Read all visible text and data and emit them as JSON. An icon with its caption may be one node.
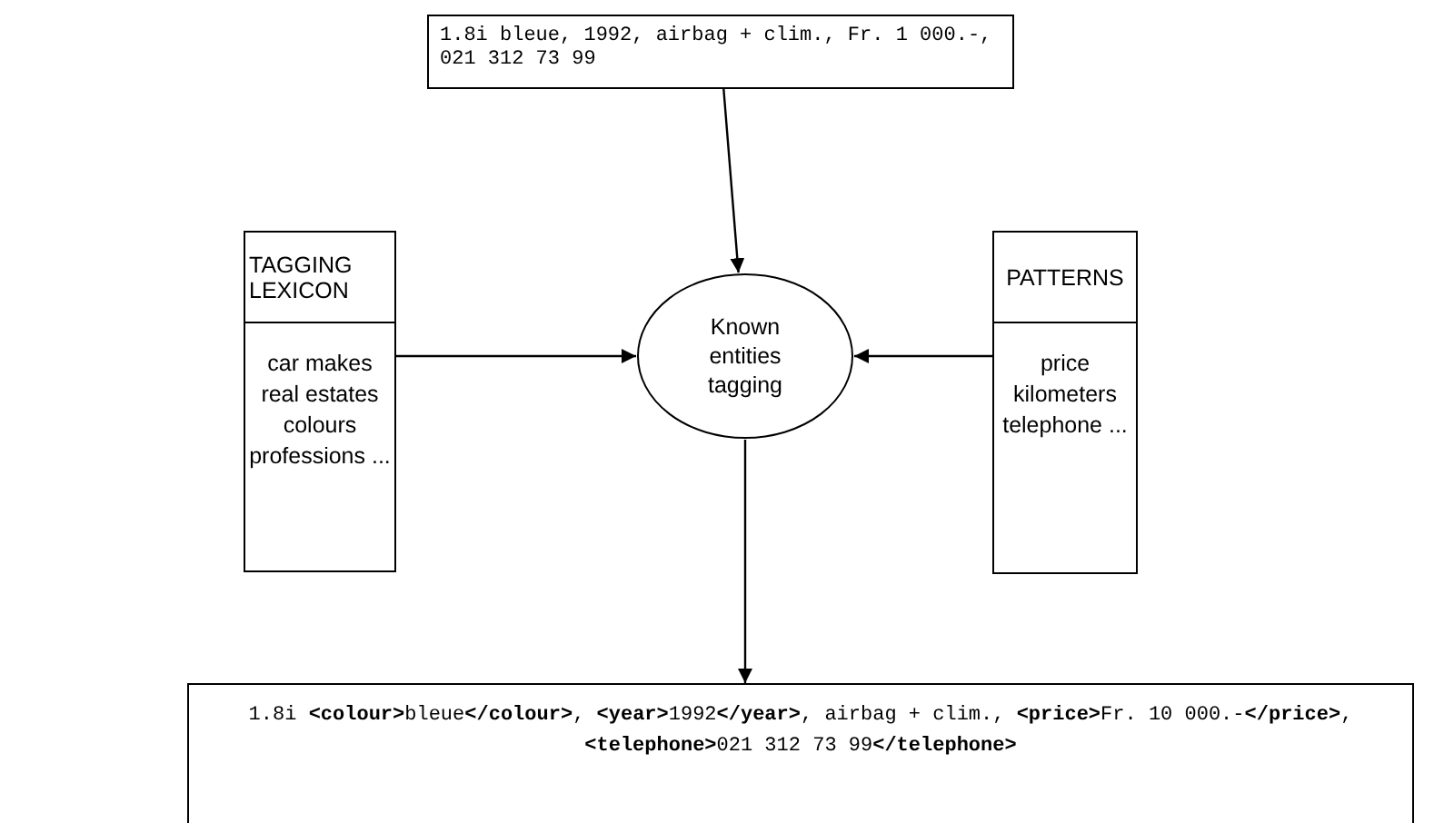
{
  "diagram": {
    "nodes": [
      {
        "text": [
          "1.8i bleue, 1992, airbag + clim., Fr. 1 000.-, 021 312 73 99"
        ]
      },
      {
        "text": [
          "TAGGING LEXICON",
          "car makes real estates colours professions ..."
        ]
      },
      {
        "text": [
          "Known entities tagging"
        ]
      },
      {
        "text": [
          "PATTERNS",
          "price kilometers telephone ..."
        ]
      },
      {
        "text": [
          "1.8i **<colour>**bleue**</colour>**, **<year>**1992**</year>**, airbag + clim., **<price>**Fr. 10 000.-**</price>**, **<telephone>**021 312 73 99**</telephone>**"
        ]
      }
    ],
    "edges": [
      {
        "from": 0,
        "to": 2,
        "arrow": "to"
      },
      {
        "from": 1,
        "to": 2,
        "arrow": "to"
      },
      {
        "from": 3,
        "to": 2,
        "arrow": "to"
      },
      {
        "from": 2,
        "to": 4,
        "arrow": "to"
      }
    ]
  }
}
